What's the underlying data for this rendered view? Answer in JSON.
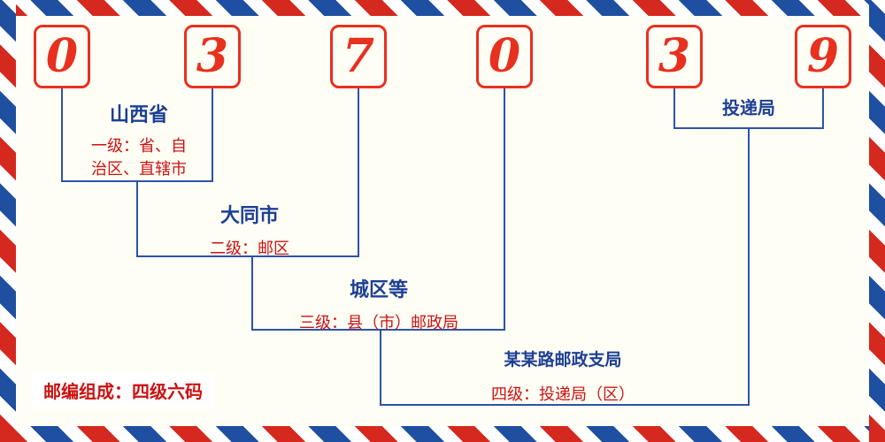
{
  "postal_code": {
    "digits": [
      "0",
      "3",
      "7",
      "0",
      "3",
      "9"
    ]
  },
  "levels": {
    "level1": {
      "name": "山西省",
      "desc_line1": "一级：省、自",
      "desc_line2": "治区、直辖市"
    },
    "level2": {
      "name": "大同市",
      "desc": "二级：邮区"
    },
    "level3": {
      "name": "城区等",
      "desc": "三级：县（市）邮政局"
    },
    "level4": {
      "name": "某某路邮政支局",
      "desc": "四级：投递局（区）"
    },
    "delivery": {
      "name": "投递局"
    }
  },
  "footer": {
    "composition_note": "邮编组成：四级六码"
  },
  "colors": {
    "digit_red": "#e8301f",
    "box_border_red": "#e8301f",
    "label_blue": "#1d3f94",
    "desc_red": "#cc1111",
    "line_blue": "#2d52a8",
    "stripe_red": "#d5281e",
    "stripe_blue": "#1e4fa0",
    "background": "#fffef5"
  }
}
